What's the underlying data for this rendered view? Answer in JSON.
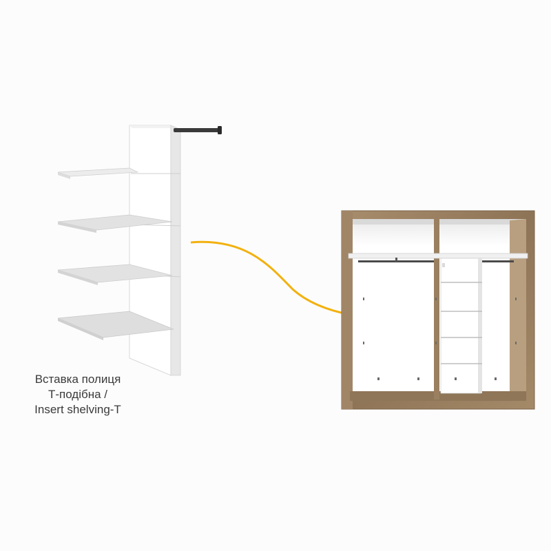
{
  "caption": {
    "line1": "Вставка полиця",
    "line2": "Т-подібна /",
    "line3": "Insert shelving-T"
  },
  "colors": {
    "background": "#fcfcfc",
    "arrow": "#f2b10f",
    "wood": "#9a8060",
    "panel_white": "#ffffff",
    "rail": "#3a3a3a"
  },
  "icons": [
    "t-shelf-insert-illustration",
    "arrow-curve-icon",
    "wardrobe-illustration"
  ]
}
